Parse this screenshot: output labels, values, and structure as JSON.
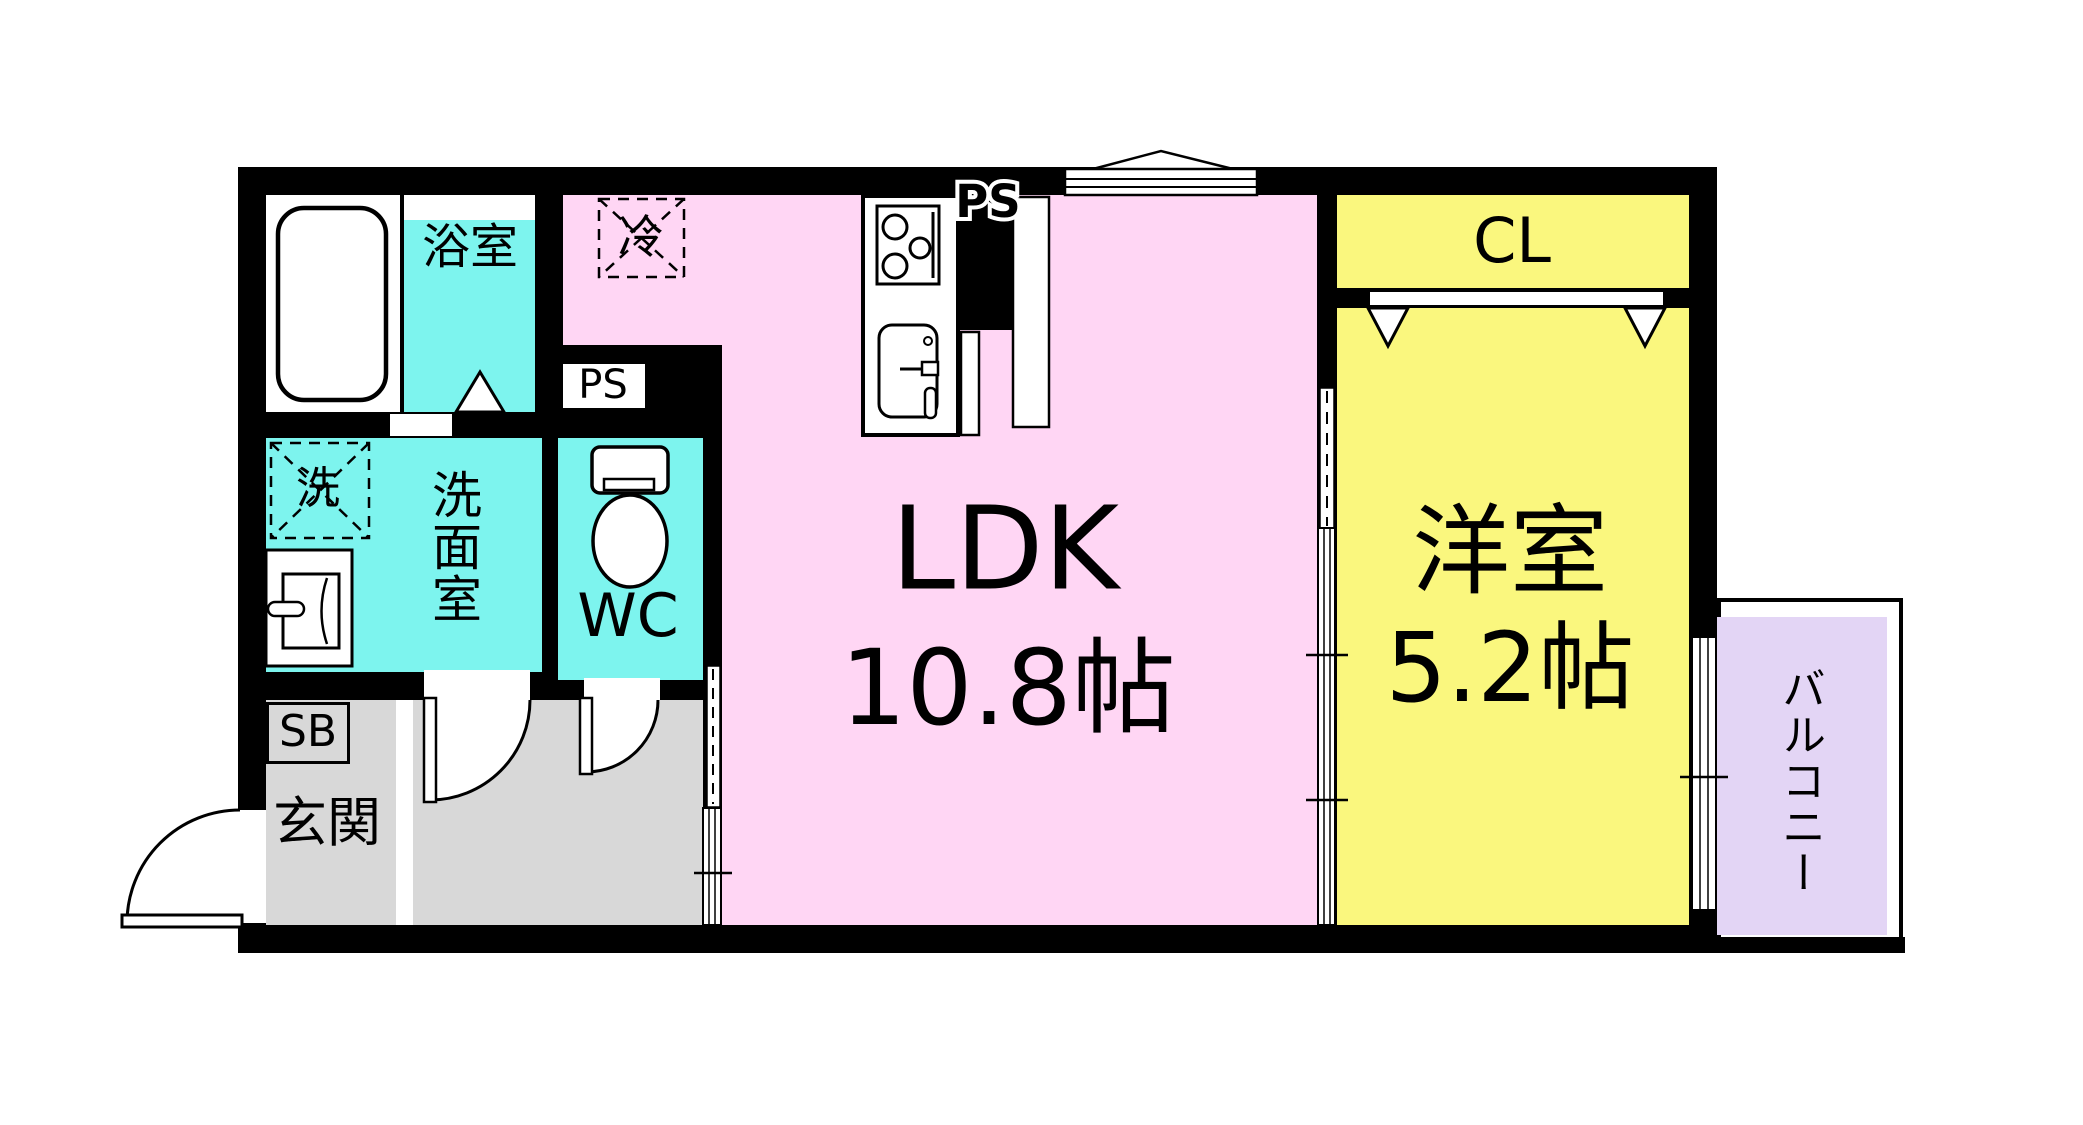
{
  "floorplan": {
    "rooms": {
      "ldk": {
        "label": "LDK",
        "size": "10.8帖"
      },
      "western_room": {
        "label": "洋室",
        "size": "5.2帖"
      },
      "closet": {
        "label": "CL"
      },
      "bathroom": {
        "label": "浴室"
      },
      "washroom": {
        "label": "洗面室"
      },
      "toilet": {
        "label": "WC"
      },
      "entrance": {
        "label": "玄関"
      },
      "shoe_box": {
        "label": "SB"
      },
      "balcony": {
        "label": "バルコニー"
      }
    },
    "fixtures": {
      "pipe_space_kitchen": {
        "label": "PS"
      },
      "pipe_space_toilet": {
        "label": "PS"
      },
      "refrigerator_space": {
        "label": "冷"
      },
      "washer_space": {
        "label": "洗"
      }
    },
    "colors": {
      "ldk_pink": "#FFD6F4",
      "wet_area_cyan": "#7DF4EE",
      "western_yellow": "#FAF77E",
      "entrance_gray": "#D8D8D8",
      "balcony_purple": "#E3D5F5",
      "wall_black": "#000000"
    }
  }
}
